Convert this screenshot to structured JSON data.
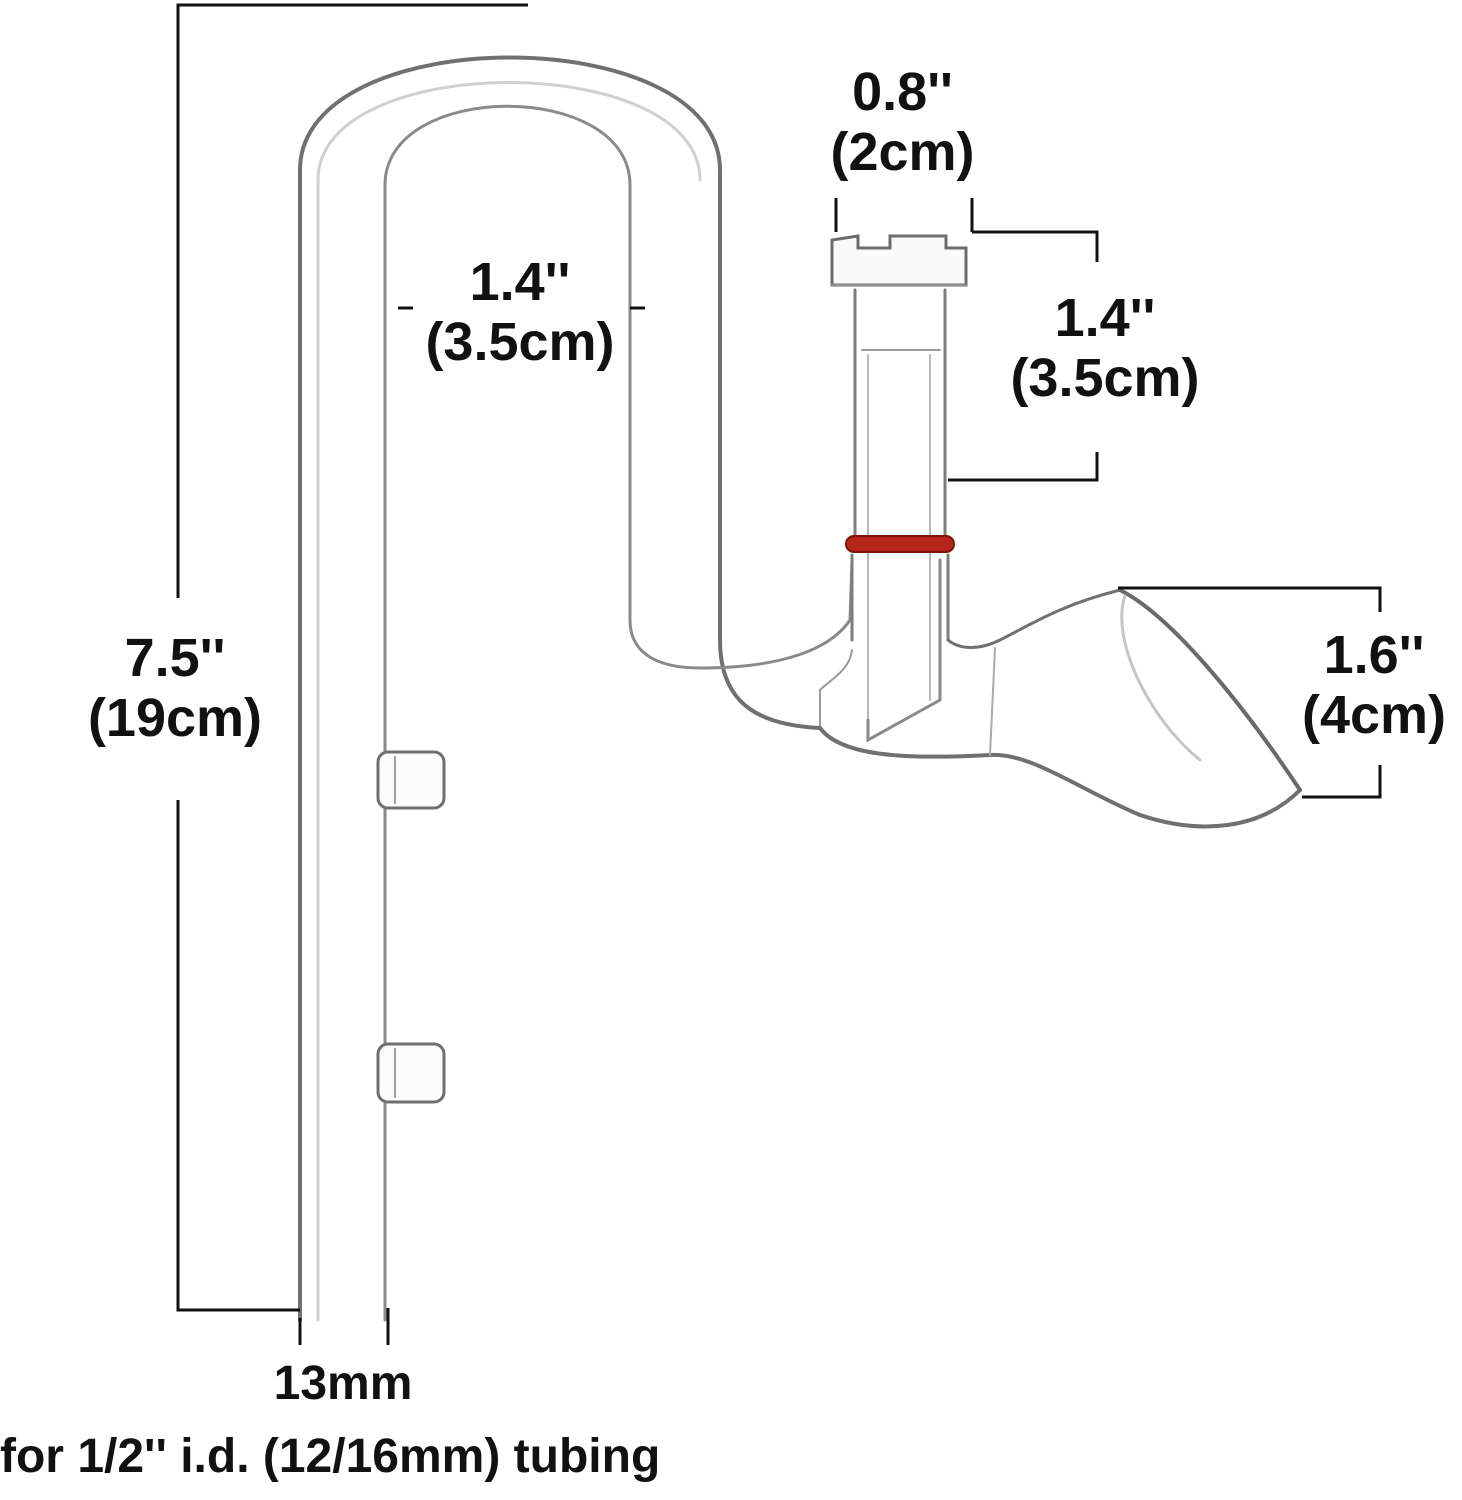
{
  "colors": {
    "text": "#111111",
    "dimension_line": "#111111",
    "glass_edge": "#6f6f6f",
    "glass_highlight": "#cfcfcf",
    "o_ring": "#b5261a"
  },
  "dimensions": {
    "height": {
      "imperial": "7.5''",
      "metric": "(19cm)"
    },
    "bend_gap": {
      "imperial": "1.4''",
      "metric": "(3.5cm)"
    },
    "top_cap": {
      "imperial": "0.8''",
      "metric": "(2cm)"
    },
    "surface_skimmer_length": {
      "imperial": "1.4''",
      "metric": "(3.5cm)"
    },
    "outlet_mouth": {
      "imperial": "1.6''",
      "metric": "(4cm)"
    },
    "tube_diameter": "13mm"
  },
  "caption": "for 1/2'' i.d. (12/16mm) tubing"
}
